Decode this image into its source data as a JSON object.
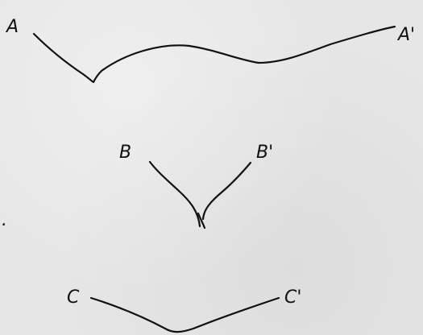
{
  "labels": {
    "a": "A",
    "a_prime": "A'",
    "b": "B",
    "b_prime": "B'",
    "c": "C",
    "c_prime": "C'",
    "edge_mark": "."
  }
}
